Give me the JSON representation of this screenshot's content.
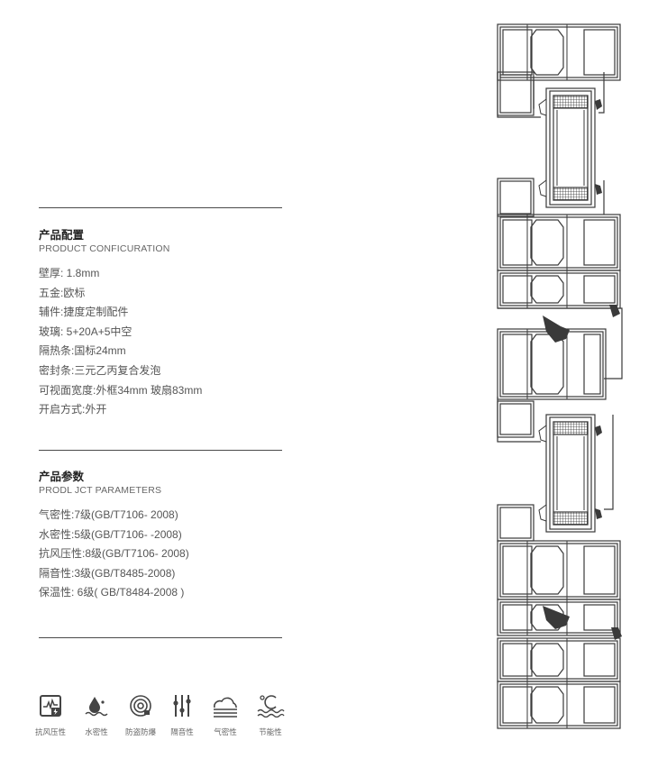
{
  "configuration": {
    "title": "产品配置",
    "subtitle": "PRODUCT CONFICURATION",
    "items": [
      "壁厚: 1.8mm",
      "五金:欧标",
      "辅件:捷度定制配件",
      "玻璃: 5+20A+5中空",
      "隔热条:国标24mm",
      "密封条:三元乙丙复合发泡",
      "可视面宽度:外框34mm 玻扇83mm",
      "开启方式:外开"
    ]
  },
  "parameters": {
    "title": "产品参数",
    "subtitle": "PRODL JCT PARAMETERS",
    "items": [
      "气密性:7级(GB/T7106- 2008)",
      "水密性:5级(GB/T7106- -2008)",
      "抗风压性:8级(GB/T7106- 2008)",
      "隔音性:3级(GB/T8485-2008)",
      "保温性: 6级( GB/T8484-2008 )"
    ]
  },
  "features": [
    {
      "icon": "wind-pressure-icon",
      "label": "抗风压性"
    },
    {
      "icon": "water-tightness-icon",
      "label": "水密性"
    },
    {
      "icon": "anti-theft-icon",
      "label": "防盗防爆"
    },
    {
      "icon": "sound-insulation-icon",
      "label": "隔音性"
    },
    {
      "icon": "air-tightness-icon",
      "label": "气密性"
    },
    {
      "icon": "energy-saving-icon",
      "label": "节能性"
    }
  ],
  "colors": {
    "line": "#4a4a4a",
    "text": "#555555",
    "heading": "#222222"
  }
}
